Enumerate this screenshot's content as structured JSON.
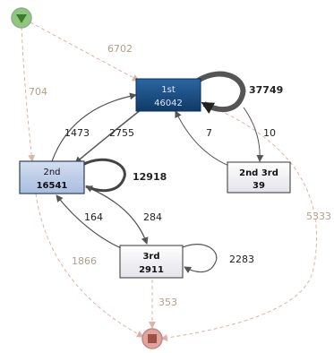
{
  "nodes": {
    "start": {
      "shape": "circle",
      "color": "#7fbf6a",
      "icon": "triangle-down-icon"
    },
    "end": {
      "shape": "circle",
      "color": "#d98880",
      "icon": "square-icon"
    },
    "first": {
      "name": "1st",
      "count": "46042",
      "fill": "#17497a",
      "text_color": "#dbe8f5"
    },
    "second": {
      "name": "2nd",
      "count": "16541",
      "fill": "#b8c9e6",
      "text_color": "#111111"
    },
    "second_third": {
      "name": "2nd 3rd",
      "count": "39",
      "fill": "#f0f0f4",
      "text_color": "#111111"
    },
    "third": {
      "name": "3rd",
      "count": "2911",
      "fill": "#f0f0f4",
      "text_color": "#111111"
    }
  },
  "edges": {
    "start_to_first": "6702",
    "start_to_second": "704",
    "first_loop": "37749",
    "second_to_first": "1473",
    "first_to_second": "2755",
    "second_third_to_first": "7",
    "first_to_second_third": "10",
    "first_to_end": "5333",
    "second_loop": "12918",
    "third_to_second": "164",
    "second_to_third": "284",
    "second_to_end": "1866",
    "third_loop": "2283",
    "third_to_end": "353"
  },
  "colors": {
    "solid_edge": "#555555",
    "dashed_edge": "#d9b4a8",
    "dashed_label": "#b0a08a",
    "solid_label": "#222222"
  }
}
